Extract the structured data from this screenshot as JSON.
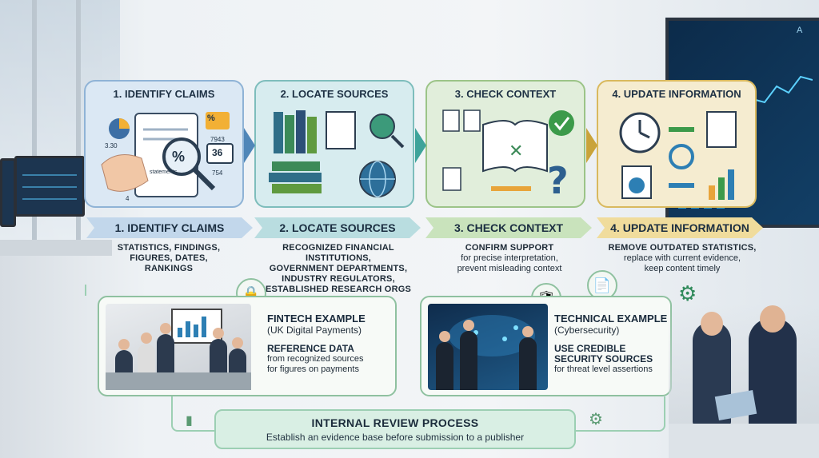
{
  "stages": [
    {
      "card_title": "1. IDENTIFY CLAIMS",
      "banner": "1. IDENTIFY CLAIMS",
      "desc_lines": [
        "STATISTICS, FINDINGS,",
        "FIGURES, DATES,",
        "RANKINGS"
      ],
      "color": "#c2d7eb"
    },
    {
      "card_title": "2. LOCATE SOURCES",
      "banner": "2. LOCATE SOURCES",
      "desc_lines": [
        "RECOGNIZED FINANCIAL INSTITUTIONS,",
        "GOVERNMENT DEPARTMENTS,",
        "INDUSTRY REGULATORS,",
        "ESTABLISHED RESEARCH ORGS"
      ],
      "color": "#b9dde0"
    },
    {
      "card_title": "3. CHECK CONTEXT",
      "banner": "3. CHECK CONTEXT",
      "desc_head": "CONFIRM SUPPORT",
      "desc_lines": [
        "for precise interpretation,",
        "prevent misleading context"
      ],
      "color": "#c9e3bc"
    },
    {
      "card_title": "4. UPDATE INFORMATION",
      "banner": "4. UPDATE INFORMATION",
      "desc_head": "REMOVE OUTDATED STATISTICS,",
      "desc_lines": [
        "replace with current evidence,",
        "keep content timely"
      ],
      "color": "#f0dc9c"
    }
  ],
  "card1_labels": {
    "pct": "%",
    "n1": "7943",
    "n2": "36",
    "n3": "754",
    "n4": "3.30",
    "n5": "4",
    "statements": "statements"
  },
  "fintech": {
    "head": "FINTECH EXAMPLE",
    "sub": "(UK Digital Payments)",
    "ref_head": "REFERENCE DATA",
    "ref_lines": [
      "from recognized sources",
      "for figures on payments"
    ]
  },
  "technical": {
    "head": "TECHNICAL EXAMPLE",
    "sub": "(Cybersecurity)",
    "use_head": [
      "USE CREDIBLE",
      "SECURITY SOURCES"
    ],
    "use_line": "for threat level assertions"
  },
  "review": {
    "title": "INTERNAL REVIEW PROCESS",
    "subtitle": "Establish an evidence base before submission to a publisher"
  },
  "wall_screen_label": "A",
  "colors": {
    "blue": "#8fb3d6",
    "teal": "#7ebdbc",
    "green": "#9cc488",
    "gold": "#d9b95e",
    "review": "#9ccfb3"
  }
}
